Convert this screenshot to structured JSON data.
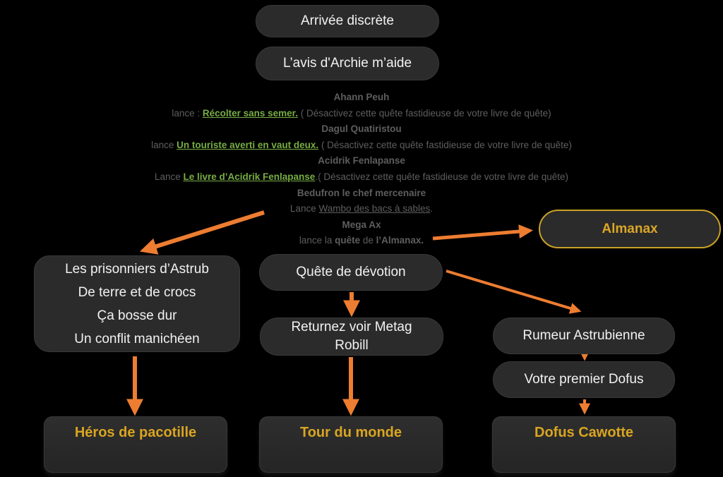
{
  "page": {
    "background": "#000000"
  },
  "colors": {
    "node_background": "#2b2b2b",
    "node_text": "#f2f2f2",
    "arrow_orange": "#ED7D31",
    "gold": "#D9A521",
    "gold_border": "#C9A227",
    "link_green": "#77AD43",
    "note_gray": "#5e5e5e"
  },
  "nodes": {
    "arrivee": {
      "label": "Arrivée discrète"
    },
    "archie": {
      "label": "L’avis d'Archie m’aide"
    },
    "almanax": {
      "label": "Almanax"
    },
    "prisonniers": {
      "lines": [
        "Les prisonniers d’Astrub",
        "De terre et de crocs",
        "Ça bosse dur",
        "Un conflit manichéen"
      ]
    },
    "devotion": {
      "label": "Quête de dévotion"
    },
    "returnez": {
      "label": "Returnez voir Metag Robill"
    },
    "rumeur": {
      "label": "Rumeur Astrubienne"
    },
    "premier_dofus": {
      "label": "Votre premier Dofus"
    },
    "heros": {
      "label": "Héros de pacotille"
    },
    "tour": {
      "label": "Tour du monde"
    },
    "cawotte": {
      "label": "Dofus Cawotte"
    }
  },
  "quest_notes": {
    "lines": [
      [
        {
          "t": "Ahann Peuh",
          "s": "name"
        }
      ],
      [
        {
          "t": "lance : ",
          "s": "plain"
        },
        {
          "t": "Récolter sans semer.",
          "s": "link"
        },
        {
          "t": " ( Désactivez cette quête fastidieuse de votre livre de quête)",
          "s": "plain"
        }
      ],
      [
        {
          "t": "Dagul Quatiristou",
          "s": "name"
        }
      ],
      [
        {
          "t": "lance ",
          "s": "plain"
        },
        {
          "t": "Un touriste averti en vaut deux.",
          "s": "link"
        },
        {
          "t": " ( Désactivez cette quête fastidieuse de votre livre de quête)",
          "s": "plain"
        }
      ],
      [
        {
          "t": "Acidrik Fenlapanse",
          "s": "name"
        }
      ],
      [
        {
          "t": "Lance ",
          "s": "plain"
        },
        {
          "t": "Le livre d’Acidrik Fenlapanse",
          "s": "link"
        },
        {
          "t": ".( Désactivez cette quête fastidieuse de votre livre de quête)",
          "s": "plain"
        }
      ],
      [
        {
          "t": "Bedufron le chef mercenaire",
          "s": "name"
        }
      ],
      [
        {
          "t": "Lance ",
          "s": "plain"
        },
        {
          "t": "Wambo des bacs à sables",
          "s": "underline"
        },
        {
          "t": ".",
          "s": "plain"
        }
      ],
      [
        {
          "t": "Mega Ax",
          "s": "name"
        }
      ],
      [
        {
          "t": "lance la ",
          "s": "plain"
        },
        {
          "t": "quête",
          "s": "name"
        },
        {
          "t": " de ",
          "s": "plain"
        },
        {
          "t": "l’Almanax.",
          "s": "name"
        }
      ]
    ]
  }
}
